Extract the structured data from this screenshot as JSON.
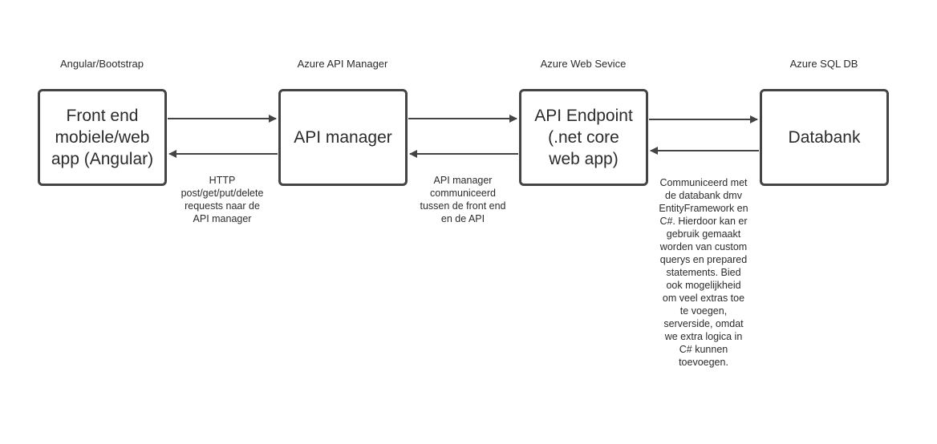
{
  "tiers": [
    {
      "tier": "Angular/Bootstrap",
      "component": "Front end\nmobiele/web\napp (Angular)"
    },
    {
      "tier": "Azure API Manager",
      "component": "API manager"
    },
    {
      "tier": "Azure Web Sevice",
      "component": "API Endpoint\n(.net core\nweb app)"
    },
    {
      "tier": "Azure SQL DB",
      "component": "Databank"
    }
  ],
  "notes": {
    "frontend_to_apimanager": "HTTP\npost/get/put/delete\nrequests naar de\nAPI manager",
    "apimanager_to_endpoint": "API manager\ncommuniceerd\ntussen de front end\nen de API",
    "endpoint_to_database": "Communiceerd met\nde databank dmv\nEntityFramework en\nC#. Hierdoor kan er\ngebruik gemaakt\nworden van custom\nquerys en prepared\nstatements. Bied\nook mogelijkheid\nom veel extras toe\nte voegen,\nserverside, omdat\nwe extra logica in\nC# kunnen\ntoevoegen."
  },
  "colors": {
    "stroke": "#444444",
    "text": "#2b2b2b",
    "background": "#ffffff"
  }
}
